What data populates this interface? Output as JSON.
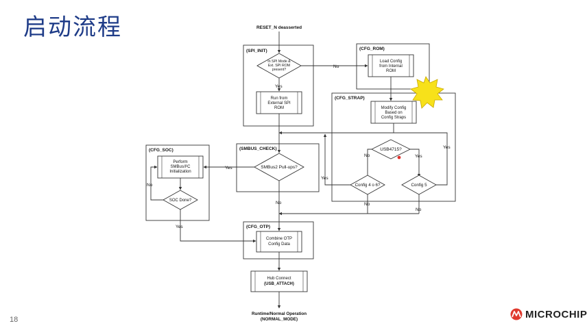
{
  "slide": {
    "title": "启动流程",
    "page_number": "18",
    "logo_text": "MICROCHIP"
  },
  "flow": {
    "start": "RESET_N deasserted",
    "groups": {
      "spi_init": "(SPI_INIT)",
      "cfg_rom": "(CFG_ROM)",
      "cfg_strap": "(CFG_STRAP)",
      "cfg_soc": "(CFG_SOC)",
      "smbus_check": "(SMBUS_CHECK)",
      "cfg_otp": "(CFG_OTP)"
    },
    "nodes": {
      "spi_mode": [
        "In SPI Mode &",
        "Ext. SPI ROM",
        "present?"
      ],
      "run_spi": [
        "Run from",
        "External SPI",
        "ROM"
      ],
      "load_config": [
        "Load Config",
        "from Internal",
        "ROM"
      ],
      "modify_config": [
        "Modify Config",
        "Based on",
        "Config Straps"
      ],
      "usb4715": "USB4715?",
      "config46": "Config 4 o 6?",
      "config5": "Config 5",
      "smbus_pullups": "SMBus2 Pull-ups?",
      "smbus_init": [
        "Perform",
        "SMBus/I²C",
        "Initialization"
      ],
      "soc_done": "SOC Done?",
      "combine_otp": [
        "Combine OTP",
        "Config Data"
      ],
      "hub_connect": [
        "Hub Connect",
        "(USB_ATTACH)"
      ],
      "end": [
        "Runtime/Normal Operation",
        "(NORMAL_MODE)"
      ]
    },
    "edges": {
      "yes": "Yes",
      "no": "No"
    }
  },
  "colors": {
    "title": "#1f3c88",
    "star_fill": "#f7e11a",
    "marker": "#e0302a",
    "logo_red": "#e03a2e"
  }
}
